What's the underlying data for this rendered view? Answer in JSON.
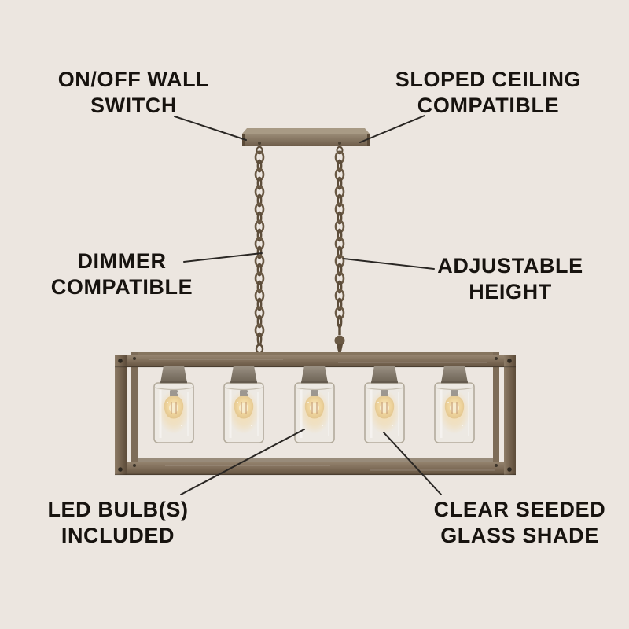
{
  "figure": {
    "description": "Product feature diagram of a 5-light farmhouse wood linear chandelier with labeled callouts"
  },
  "colors": {
    "background": "#ece6e0",
    "text": "#17130f",
    "leader_line": "#2a2724",
    "wood": "#7e6c58",
    "wood_dark": "#5d4c3a",
    "chain": "#6a5944",
    "glass_stroke": "#b3ab9c",
    "bulb_glow": "#f2c566"
  },
  "callouts": [
    {
      "id": "wall-switch",
      "lines": [
        "ON/OFF WALL",
        "SWITCH"
      ]
    },
    {
      "id": "sloped-ceiling",
      "lines": [
        "SLOPED CEILING",
        "COMPATIBLE"
      ]
    },
    {
      "id": "dimmer",
      "lines": [
        "DIMMER",
        "COMPATIBLE"
      ]
    },
    {
      "id": "adjustable-height",
      "lines": [
        "ADJUSTABLE",
        "HEIGHT"
      ]
    },
    {
      "id": "led-bulbs",
      "lines": [
        "LED BULB(S)",
        "INCLUDED"
      ]
    },
    {
      "id": "glass-shade",
      "lines": [
        "CLEAR SEEDED",
        "GLASS SHADE"
      ]
    }
  ],
  "parts": [
    "ceiling-mount-bar",
    "left-chain",
    "right-chain",
    "rectangular-wood-frame",
    "glass-cylinder-shades",
    "edison-led-bulbs"
  ]
}
